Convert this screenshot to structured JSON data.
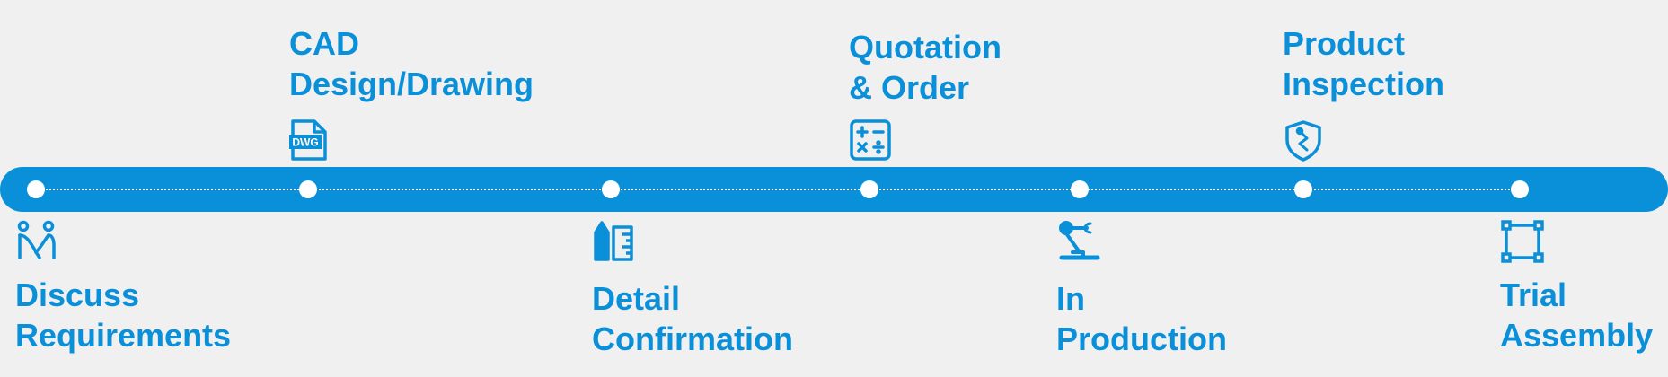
{
  "steps_top": [
    {
      "line1": "CAD",
      "line2": "Design/Drawing",
      "icon": "dwg-file-icon",
      "icon_text": "DWG"
    },
    {
      "line1": "Quotation",
      "line2": "& Order",
      "icon": "calculator-icon"
    },
    {
      "line1": "Product",
      "line2": "Inspection",
      "icon": "shield-icon"
    }
  ],
  "steps_bottom": [
    {
      "line1": "Discuss",
      "line2": "Requirements",
      "icon": "people-handshake-icon"
    },
    {
      "line1": "Detail",
      "line2": "Confirmation",
      "icon": "pencil-ruler-icon"
    },
    {
      "line1": "In",
      "line2": "Production",
      "icon": "robot-arm-icon"
    },
    {
      "line1": "Trial",
      "line2": "Assembly",
      "icon": "bounding-square-icon"
    }
  ],
  "colors": {
    "accent": "#0a8fd9",
    "background": "#f0f0f0",
    "node": "#ffffff"
  }
}
